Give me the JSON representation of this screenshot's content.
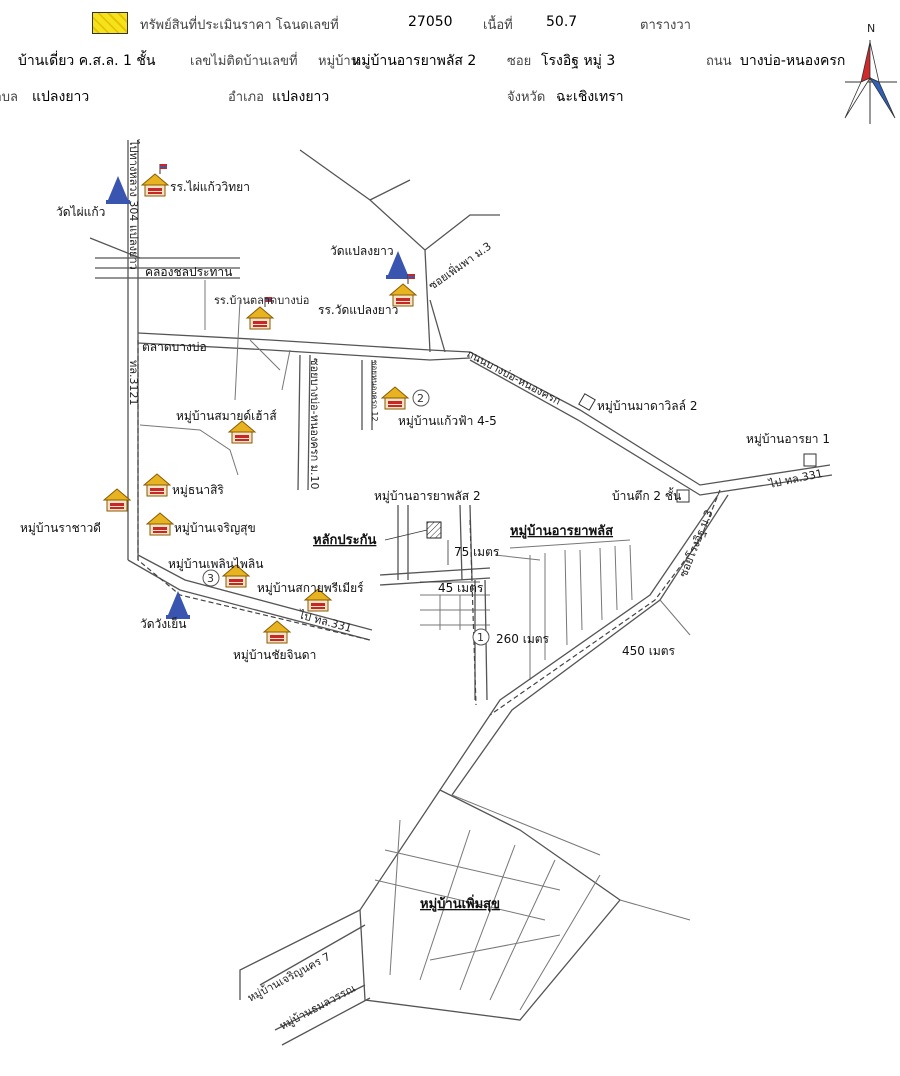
{
  "header": {
    "legend_text": "ทรัพย์สินที่ประเมินราคา โฉนดเลขที่",
    "deed_no": "27050",
    "area_label": "เนื้อที่",
    "area_value": "50.7",
    "area_unit": "ตารางวา",
    "building": "บ้านเดี่ยว ค.ส.ล. 1 ชั้น",
    "house_no_label": "เลขไม่ติดบ้านเลขที่",
    "village_label": "หมู่บ้าน",
    "village_value": "หมู่บ้านอารยาพลัส 2",
    "soi_label": "ซอย",
    "soi_value": "โรงอิฐ หมู่ 3",
    "road_label": "ถนน",
    "road_value": "บางบ่อ-หนองครก",
    "tambon_label": "ตำบล",
    "tambon_value": "แปลงยาว",
    "amphoe_label": "อำเภอ",
    "amphoe_value": "แปลงยาว",
    "province_label": "จังหวัด",
    "province_value": "ฉะเชิงเทรา"
  },
  "compass": {
    "north_label": "N",
    "colors": {
      "red": "#d0282b",
      "blue": "#2f5fb8"
    }
  },
  "legend_color": "#f2d600",
  "places": {
    "school_phaikaeo": "รร.ไผ่แก้ววิทยา",
    "wat_phaikaeo": "วัดไผ่แก้ว",
    "canal": "คลองชลประทาน",
    "school_talat": "รร.บ้านตลาดบางบ่อ",
    "wat_plaengyao": "วัดแปลงยาว",
    "school_wat_plaengyao": "รร.วัดแปลงยาว",
    "talat_bangbo": "ตลาดบางบ่อ",
    "mb_kaewfa": "หมู่บ้านแก้วฟ้า 4-5",
    "mb_smart_house": "หมู่บ้านสมายด์เฮ้าส์",
    "mb_madawill": "หมู่บ้านมาดาวิลล์ 2",
    "mb_araya1": "หมู่บ้านอารยา 1",
    "mb_thanasiri": "หมู่ธนาสิริ",
    "mb_rachawadee": "หมู่บ้านราชาวดี",
    "mb_charoensuk": "หมู่บ้านเจริญสุข",
    "mb_araya_plus2": "หมู่บ้านอารยาพลัส 2",
    "ban_tuek": "บ้านตึก 2 ชั้น",
    "mb_araya_plus": "หมู่บ้านอารยาพลัส",
    "boundary_mark": "หลักประกัน",
    "mb_plernplin": "หมู่บ้านเพลินไพลิน",
    "mb_sakaya": "หมู่บ้านสกายพรีเมียร์",
    "wat_wangyen": "วัดวังเย็น",
    "mb_chaijinda": "หมู่บ้านชัยจินดา",
    "mb_permsuk": "หมู่บ้านเพิ่มสุข",
    "mb_charoennakorn": "หมู่บ้านเจริญนคร 7",
    "mb_thamawan": "หมู่บ้านธมลวรรณ"
  },
  "roads": {
    "r304": "ไปทางหลวง 304 แปลงยาว",
    "r3121": "ทล.3121",
    "soi_permpa": "ซอยเพิ่มพา ม.3",
    "bangbo_nongkhrok": "ถนนบางบ่อ-หนองครก",
    "soi_bangbo_nongkhrok": "ซอยบางบ่อ-หนองครก ม.10",
    "soi_12": "ซอยหนองครก 12",
    "to_331_right": "ไป ทล.331",
    "to_331_left": "ไป ทล.331",
    "soi_rongit": "ซอยโรงอิฐ ม.3"
  },
  "distances": {
    "d75": "75 เมตร",
    "d45": "45 เมตร",
    "d260": "260 เมตร",
    "d450": "450 เมตร"
  },
  "markers": {
    "m1": "1",
    "m2": "2",
    "m3": "3"
  }
}
